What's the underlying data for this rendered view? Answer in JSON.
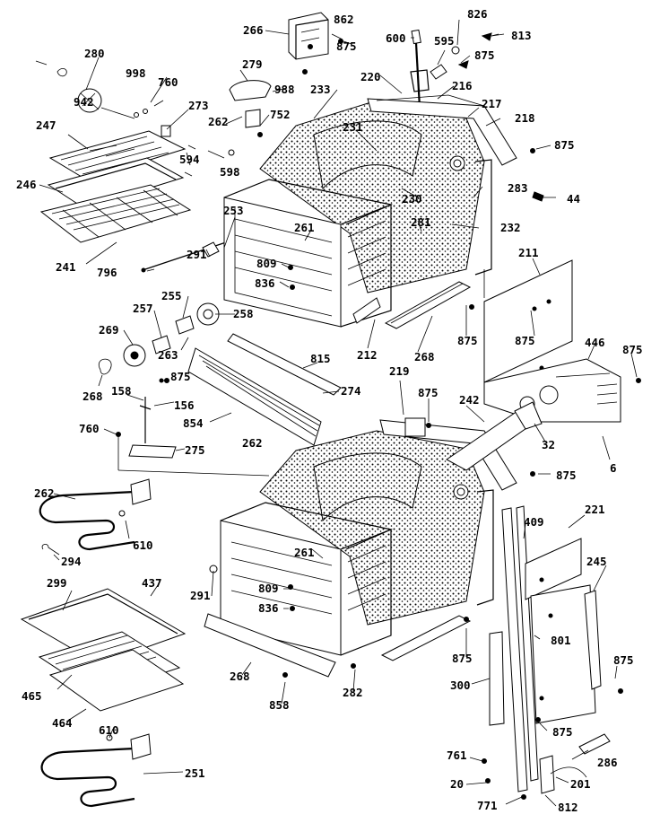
{
  "labels": {
    "l266": "266",
    "l862": "862",
    "l875a": "875",
    "l826": "826",
    "l813": "813",
    "l600": "600",
    "l595": "595",
    "l875b": "875",
    "l280": "280",
    "l279": "279",
    "l998": "998",
    "l988": "988",
    "l760a": "760",
    "l233": "233",
    "l220": "220",
    "l216": "216",
    "l217": "217",
    "l218": "218",
    "l942": "942",
    "l273": "273",
    "l262a": "262",
    "l752": "752",
    "l231": "231",
    "l875c": "875",
    "l247": "247",
    "l594": "594",
    "l598": "598",
    "l283": "283",
    "l44": "44",
    "l230": "230",
    "l246": "246",
    "l253": "253",
    "l281": "281",
    "l232": "232",
    "l261a": "261",
    "l211": "211",
    "l241": "241",
    "l291a": "291",
    "l809a": "809",
    "l796": "796",
    "l836a": "836",
    "l255": "255",
    "l258": "258",
    "l257": "257",
    "l875d": "875",
    "l875e": "875",
    "l446": "446",
    "l875f": "875",
    "l212": "212",
    "l268a": "268",
    "l269": "269",
    "l263": "263",
    "l815": "815",
    "l268b": "268",
    "l875g": "875",
    "l219": "219",
    "l875h": "875",
    "l274": "274",
    "l158": "158",
    "l156": "156",
    "l242": "242",
    "l854": "854",
    "l760b": "760",
    "l275": "275",
    "l262b": "262",
    "l32": "32",
    "l6": "6",
    "l875i": "875",
    "l262c": "262",
    "l221": "221",
    "l409": "409",
    "l610a": "610",
    "l294": "294",
    "l261b": "261",
    "l245": "245",
    "l299": "299",
    "l437": "437",
    "l291b": "291",
    "l809b": "809",
    "l836b": "836",
    "l801": "801",
    "l465": "465",
    "l268c": "268",
    "l282": "282",
    "l875j": "875",
    "l875k": "875",
    "l300": "300",
    "l464": "464",
    "l858": "858",
    "l875l": "875",
    "l610b": "610",
    "l286": "286",
    "l761": "761",
    "l251": "251",
    "l201": "201",
    "l20": "20",
    "l771": "771",
    "l812": "812"
  }
}
